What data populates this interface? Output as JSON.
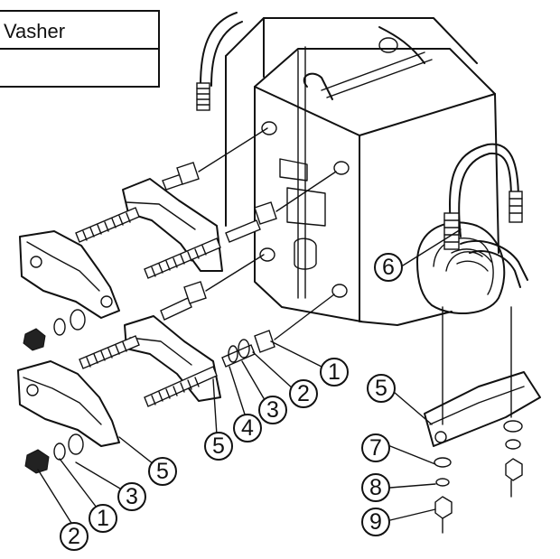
{
  "parts_table": {
    "row1_text": "Vasher",
    "row2_text": ""
  },
  "callouts": [
    {
      "id": "c1a",
      "label": "1"
    },
    {
      "id": "c2a",
      "label": "2"
    },
    {
      "id": "c3a",
      "label": "3"
    },
    {
      "id": "c4a",
      "label": "4"
    },
    {
      "id": "c5a",
      "label": "5"
    },
    {
      "id": "c5b",
      "label": "5"
    },
    {
      "id": "c6",
      "label": "6"
    },
    {
      "id": "c5c",
      "label": "5"
    },
    {
      "id": "c7",
      "label": "7"
    },
    {
      "id": "c8",
      "label": "8"
    },
    {
      "id": "c9",
      "label": "9"
    },
    {
      "id": "c3b",
      "label": "3"
    },
    {
      "id": "c1b",
      "label": "1"
    },
    {
      "id": "c2b",
      "label": "2"
    }
  ]
}
